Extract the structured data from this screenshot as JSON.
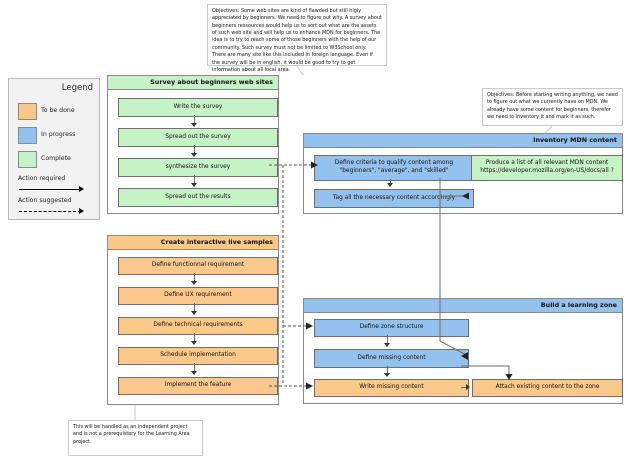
{
  "legend": {
    "title": "Legend",
    "items": [
      {
        "label": "To be done",
        "color": "#fbc88c"
      },
      {
        "label": "In progress",
        "color": "#94c2ee"
      },
      {
        "label": "Complete",
        "color": "#c6f3c6"
      }
    ],
    "action_required": "Action required",
    "action_suggested": "Action suggested"
  },
  "notes": {
    "top": "Objectives: Some web sites are kind of flawded but still higly appreciated by beginners. We need to figure out why. A survey about beginners ressources would help us to sort out what are the assets of such web site and will help us to enhance MDN for beginners. The idea is to try to reach some of those beginners with the help of our community. Such survey must not be limited to W3School only. There are many site like this included in foreign language. Even if the survey will be in english, it would be good to try to get information about all local area.",
    "right": "Objectives: Before starting writing anything, we need to figure out what we currently have on MDN. We already have some content for beginners, therefor we need to inventory it and mark it as such.",
    "bottom": "This will be handled as an independent project and is not a prerequistery for the Learning Area project."
  },
  "lanes": {
    "survey": {
      "title": "Survey about beginners web sites",
      "status": "Complete",
      "nodes": [
        {
          "label": "Write the survey"
        },
        {
          "label": "Spread out the survey"
        },
        {
          "label": "synthesize the survey"
        },
        {
          "label": "Spread out the results"
        }
      ]
    },
    "samples": {
      "title": "Create interactive live samples",
      "status": "To be done",
      "nodes": [
        {
          "label": "Define functionnal requirement"
        },
        {
          "label": "Define UX requirement"
        },
        {
          "label": "Define technical requirements"
        },
        {
          "label": "Schedule implementation"
        },
        {
          "label": "Implement the feature"
        }
      ]
    },
    "inventory": {
      "title": "Inventory MDN content",
      "status": "In progress",
      "nodes": [
        {
          "label": "Define criteria to qualify content among \"beginners\", \"average\", and \"skilled\"",
          "color": "#94c2ee"
        },
        {
          "label": "Produce a list of all relevant MDN content https://developer.mozilla.org/en-US/docs/all ?",
          "color": "#c6f3c6"
        },
        {
          "label": "Tag all the necessary content accordingly",
          "color": "#94c2ee"
        }
      ]
    },
    "zone": {
      "title": "Build a learning zone",
      "status": "In progress",
      "nodes": [
        {
          "label": "Define zone structure",
          "color": "#94c2ee"
        },
        {
          "label": "Define missing content",
          "color": "#94c2ee"
        },
        {
          "label": "Write missing content",
          "color": "#fbc88c"
        },
        {
          "label": "Attach existing content to the zone",
          "color": "#fbc88c"
        }
      ]
    }
  }
}
